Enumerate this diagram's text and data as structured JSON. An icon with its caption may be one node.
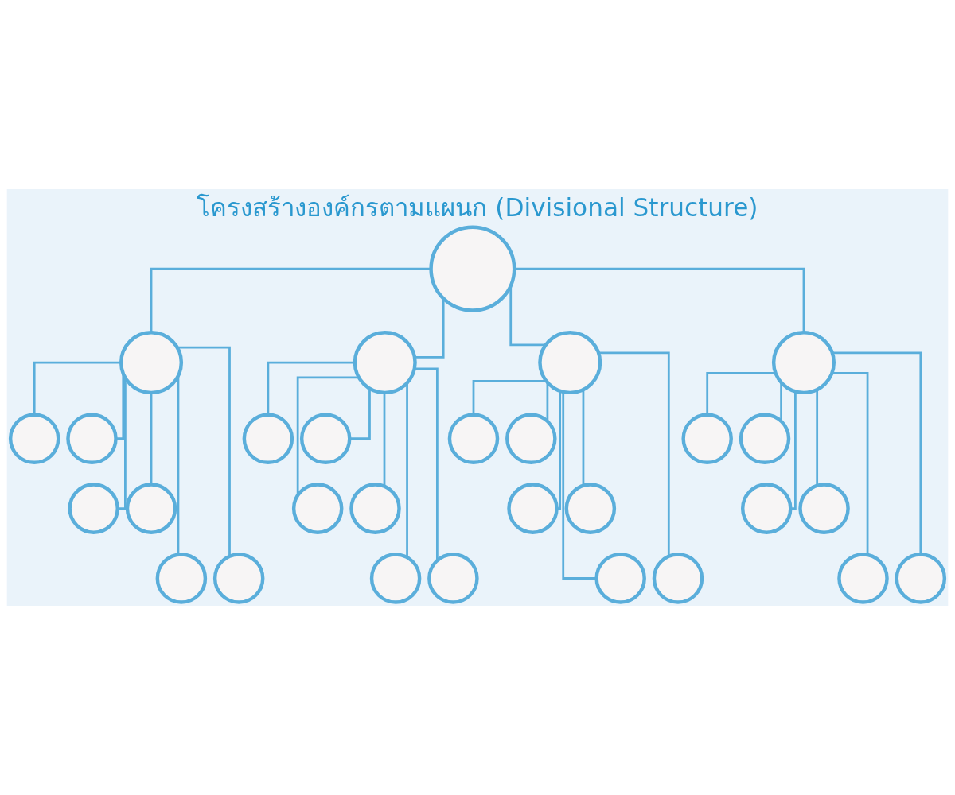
{
  "diagram": {
    "title": "โครงสร้างองค์กรตามแผนก (Divisional Structure)",
    "nodes": [
      {
        "text": [],
        "shape": "person"
      },
      {
        "text": [],
        "shape": "person"
      },
      {
        "text": [],
        "shape": "person"
      },
      {
        "text": [],
        "shape": "person"
      },
      {
        "text": [],
        "shape": "person"
      },
      {
        "text": [],
        "shape": "person"
      },
      {
        "text": [],
        "shape": "person"
      },
      {
        "text": [],
        "shape": "person"
      },
      {
        "text": [],
        "shape": "person"
      },
      {
        "text": [],
        "shape": "person"
      },
      {
        "text": [],
        "shape": "person"
      },
      {
        "text": [],
        "shape": "person"
      },
      {
        "text": [],
        "shape": "person"
      },
      {
        "text": [],
        "shape": "person"
      },
      {
        "text": [],
        "shape": "person"
      },
      {
        "text": [],
        "shape": "person"
      },
      {
        "text": [],
        "shape": "person"
      },
      {
        "text": [],
        "shape": "person"
      },
      {
        "text": [],
        "shape": "person"
      },
      {
        "text": [],
        "shape": "person"
      },
      {
        "text": [],
        "shape": "person"
      },
      {
        "text": [],
        "shape": "person"
      },
      {
        "text": [],
        "shape": "person"
      },
      {
        "text": [],
        "shape": "person"
      },
      {
        "text": [],
        "shape": "person"
      },
      {
        "text": [],
        "shape": "person"
      },
      {
        "text": [],
        "shape": "person"
      },
      {
        "text": [],
        "shape": "person"
      },
      {
        "text": [],
        "shape": "person"
      }
    ],
    "edges": [
      {
        "from": 0,
        "to": 1,
        "arrow": "none"
      },
      {
        "from": 0,
        "to": 2,
        "arrow": "none"
      },
      {
        "from": 0,
        "to": 3,
        "arrow": "none"
      },
      {
        "from": 0,
        "to": 4,
        "arrow": "none"
      },
      {
        "from": 1,
        "to": 5,
        "arrow": "none"
      },
      {
        "from": 1,
        "to": 6,
        "arrow": "none"
      },
      {
        "from": 1,
        "to": 7,
        "arrow": "none"
      },
      {
        "from": 1,
        "to": 8,
        "arrow": "none"
      },
      {
        "from": 1,
        "to": 9,
        "arrow": "none"
      },
      {
        "from": 1,
        "to": 10,
        "arrow": "none"
      },
      {
        "from": 2,
        "to": 11,
        "arrow": "none"
      },
      {
        "from": 2,
        "to": 12,
        "arrow": "none"
      },
      {
        "from": 2,
        "to": 13,
        "arrow": "none"
      },
      {
        "from": 2,
        "to": 14,
        "arrow": "none"
      },
      {
        "from": 2,
        "to": 15,
        "arrow": "none"
      },
      {
        "from": 2,
        "to": 16,
        "arrow": "none"
      },
      {
        "from": 3,
        "to": 17,
        "arrow": "none"
      },
      {
        "from": 3,
        "to": 18,
        "arrow": "none"
      },
      {
        "from": 3,
        "to": 19,
        "arrow": "none"
      },
      {
        "from": 3,
        "to": 20,
        "arrow": "none"
      },
      {
        "from": 3,
        "to": 21,
        "arrow": "none"
      },
      {
        "from": 3,
        "to": 22,
        "arrow": "none"
      },
      {
        "from": 4,
        "to": 23,
        "arrow": "none"
      },
      {
        "from": 4,
        "to": 24,
        "arrow": "none"
      },
      {
        "from": 4,
        "to": 25,
        "arrow": "none"
      },
      {
        "from": 4,
        "to": 26,
        "arrow": "none"
      },
      {
        "from": 4,
        "to": 27,
        "arrow": "none"
      },
      {
        "from": 4,
        "to": 28,
        "arrow": "none"
      }
    ]
  }
}
